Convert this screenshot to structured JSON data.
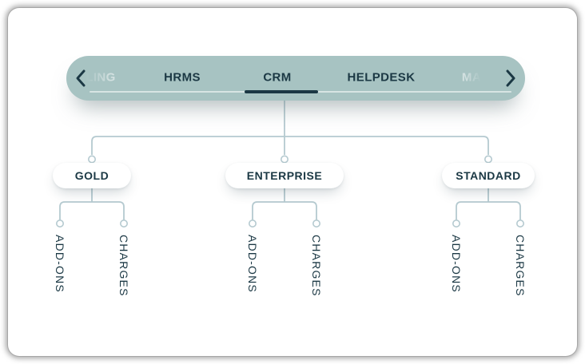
{
  "nav": {
    "prev_icon": "chevron-left",
    "next_icon": "chevron-right",
    "items": [
      {
        "label": "LING",
        "partial": true,
        "selected": false
      },
      {
        "label": "HRMS",
        "partial": false,
        "selected": false
      },
      {
        "label": "CRM",
        "partial": false,
        "selected": true
      },
      {
        "label": "HELPDESK",
        "partial": false,
        "selected": false
      },
      {
        "label": "MA",
        "partial": true,
        "selected": false
      }
    ],
    "selected_tab": "CRM"
  },
  "tree": {
    "groups": [
      {
        "label": "GOLD",
        "children": [
          {
            "label": "ADD-ONS"
          },
          {
            "label": "CHARGES"
          }
        ]
      },
      {
        "label": "ENTERPRISE",
        "children": [
          {
            "label": "ADD-ONS"
          },
          {
            "label": "CHARGES"
          }
        ]
      },
      {
        "label": "STANDARD",
        "children": [
          {
            "label": "ADD-ONS"
          },
          {
            "label": "CHARGES"
          }
        ]
      }
    ]
  },
  "colors": {
    "bar_background": "#a7c3c2",
    "ink": "#1b3844",
    "connector": "#b5cad0",
    "track": "rgba(255,255,255,0.55)",
    "faded_label": "rgba(255,255,255,0.5)",
    "node_background": "#ffffff"
  }
}
